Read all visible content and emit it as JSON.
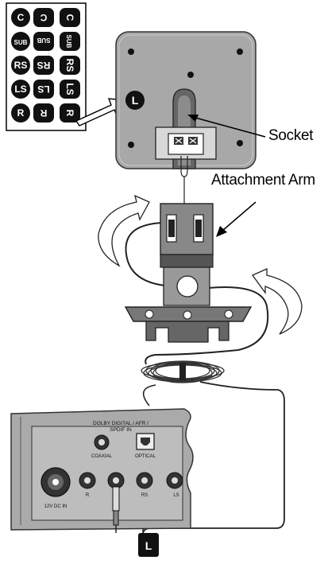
{
  "sticker_sheet": {
    "badges": [
      [
        "C",
        "C",
        "C"
      ],
      [
        "SUB",
        "SUB",
        "SUB"
      ],
      [
        "RS",
        "RS",
        "RS"
      ],
      [
        "LS",
        "LS",
        "LS"
      ],
      [
        "R",
        "R",
        "R"
      ]
    ]
  },
  "speaker_plate": {
    "badge_label": "L"
  },
  "callouts": {
    "socket": "Socket",
    "attachment_arm": "Attachment Arm"
  },
  "receiver_panel": {
    "header_line1": "DOLBY DIGITAL / AFR /",
    "header_line2": "SPDIF IN",
    "coaxial": "COAXIAL",
    "optical": "OPTICAL",
    "power": "12V DC IN",
    "r_jack": "R",
    "rs_jack": "RS",
    "ls_jack": "LS"
  },
  "cable_tag": {
    "label": "L"
  }
}
